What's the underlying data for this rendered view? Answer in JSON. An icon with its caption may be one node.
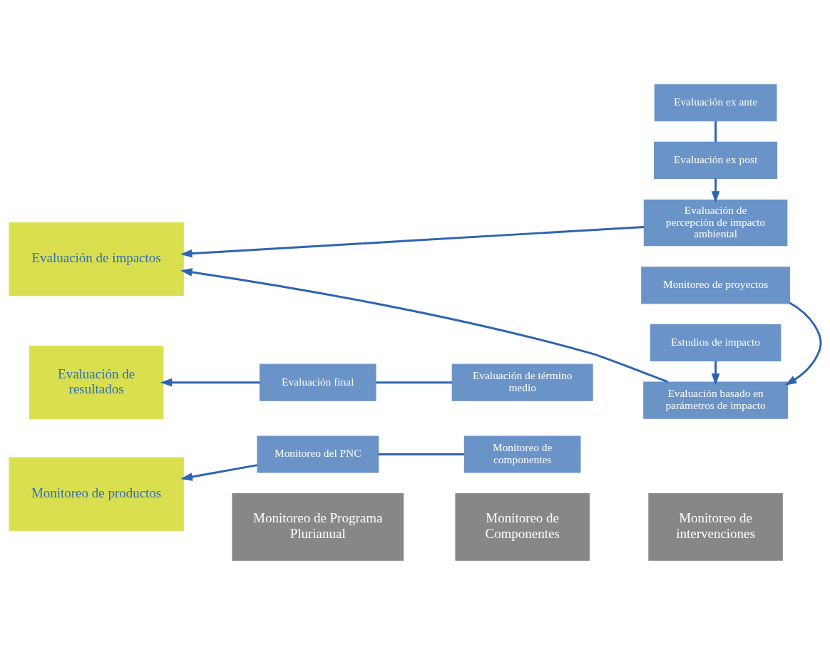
{
  "diagram": {
    "nodes": [
      {
        "text": [
          "Monitoreo de Programa Plurianual"
        ]
      },
      {
        "text": [
          "Monitoreo de Componentes"
        ]
      },
      {
        "text": [
          "Monitoreo de intervenciones"
        ]
      },
      {
        "text": [
          "Monitoreo de productos"
        ]
      },
      {
        "text": [
          "Evaluación de resultados"
        ]
      },
      {
        "text": [
          "Evaluación de impactos"
        ]
      },
      {
        "text": [
          "Monitoreo del PNC"
        ]
      },
      {
        "text": [
          "Monitoreo de componentes"
        ]
      },
      {
        "text": [
          "Monitoreo de proyectos"
        ]
      },
      {
        "text": [
          "Evaluación final"
        ]
      },
      {
        "text": [
          "Evaluación de término medio"
        ]
      },
      {
        "text": [
          "Evaluación ex ante"
        ]
      },
      {
        "text": [
          "Evaluación ex post"
        ]
      },
      {
        "text": [
          "Evaluación de percepción de impacto ambiental"
        ]
      },
      {
        "text": [
          "Evaluación basado en parámetros de impacto"
        ]
      },
      {
        "text": [
          "Estudios de impacto"
        ]
      }
    ],
    "edges": [
      {
        "from": 7,
        "to": 6,
        "arrow": "none"
      },
      {
        "from": 6,
        "to": 3,
        "arrow": "to"
      },
      {
        "from": 10,
        "to": 9,
        "arrow": "none"
      },
      {
        "from": 9,
        "to": 4,
        "arrow": "to"
      },
      {
        "from": 11,
        "to": 12,
        "arrow": "none"
      },
      {
        "from": 12,
        "to": 13,
        "arrow": "to"
      },
      {
        "from": 8,
        "to": 14,
        "arrow": "to"
      },
      {
        "from": 15,
        "to": 14,
        "arrow": "to"
      },
      {
        "from": 13,
        "to": 5,
        "arrow": "to"
      },
      {
        "from": 14,
        "to": 5,
        "arrow": "to"
      }
    ]
  }
}
